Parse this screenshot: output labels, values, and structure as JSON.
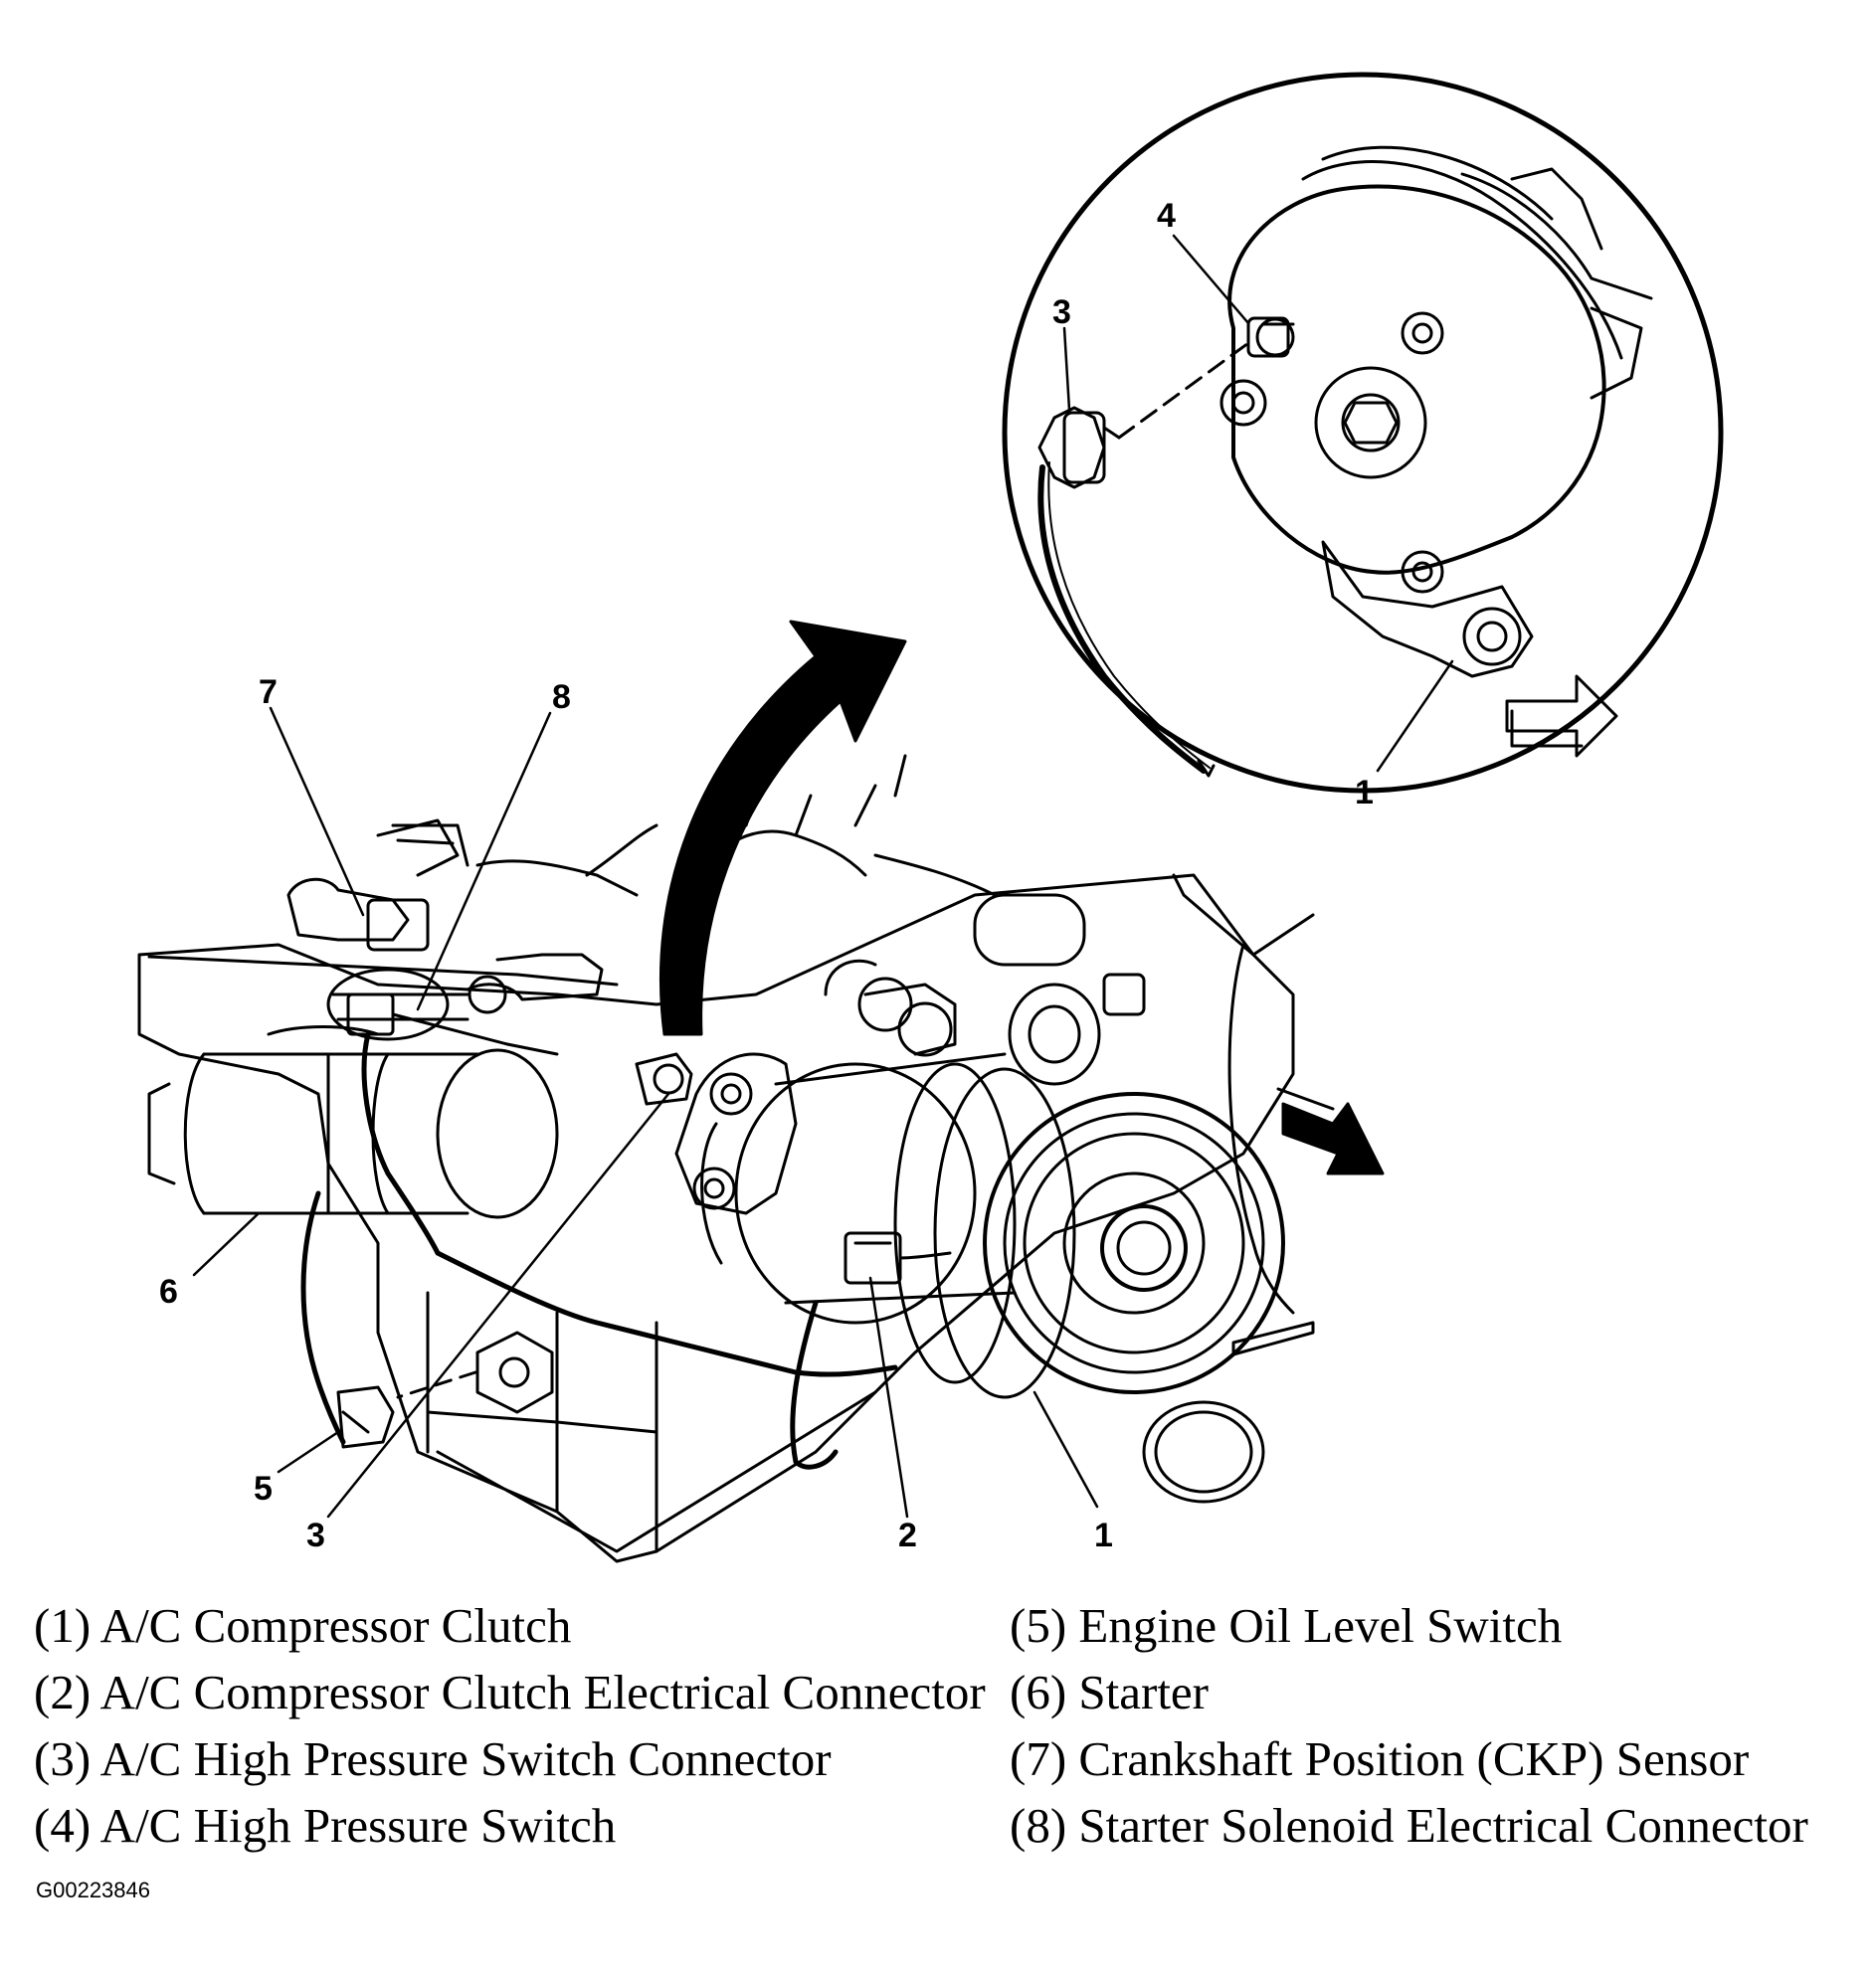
{
  "callouts": {
    "inset_4": "4",
    "inset_3": "3",
    "inset_1": "1",
    "main_7": "7",
    "main_8": "8",
    "main_6": "6",
    "main_5": "5",
    "main_3": "3",
    "main_2": "2",
    "main_1": "1"
  },
  "legend": {
    "left": [
      "(1) A/C Compressor Clutch",
      "(2) A/C Compressor Clutch Electrical Connector",
      "(3) A/C High Pressure Switch Connector",
      "(4) A/C High Pressure Switch"
    ],
    "right": [
      "(5) Engine Oil Level Switch",
      "(6) Starter",
      "(7) Crankshaft Position (CKP) Sensor",
      "(8) Starter Solenoid Electrical Connector"
    ]
  },
  "figure_id": "G00223846"
}
